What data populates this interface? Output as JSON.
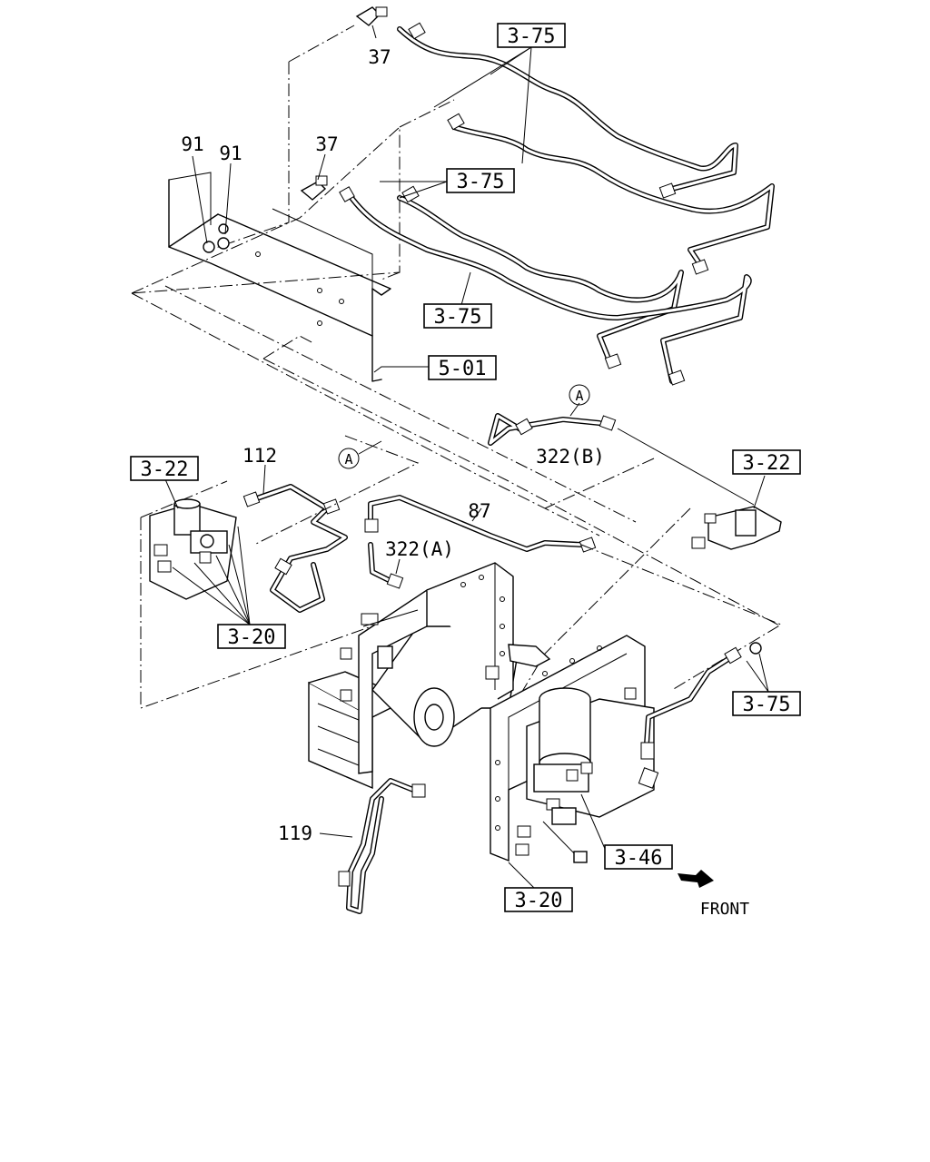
{
  "callouts": {
    "ref_3_75_top": "3-75",
    "ref_3_75_mid": "3-75",
    "ref_3_75_low": "3-75",
    "ref_3_75_right": "3-75",
    "ref_5_01": "5-01",
    "ref_3_22_left": "3-22",
    "ref_3_22_right": "3-22",
    "ref_3_20_left": "3-20",
    "ref_3_20_bottom": "3-20",
    "ref_3_46": "3-46"
  },
  "part_numbers": {
    "p37_top": "37",
    "p37_mid": "37",
    "p91_a": "91",
    "p91_b": "91",
    "p112": "112",
    "p87": "87",
    "p322a": "322(A)",
    "p322b": "322(B)",
    "p119": "119"
  },
  "markers": {
    "circle_a_left": "A",
    "circle_a_top": "A"
  },
  "direction": {
    "front_label": "FRONT"
  }
}
